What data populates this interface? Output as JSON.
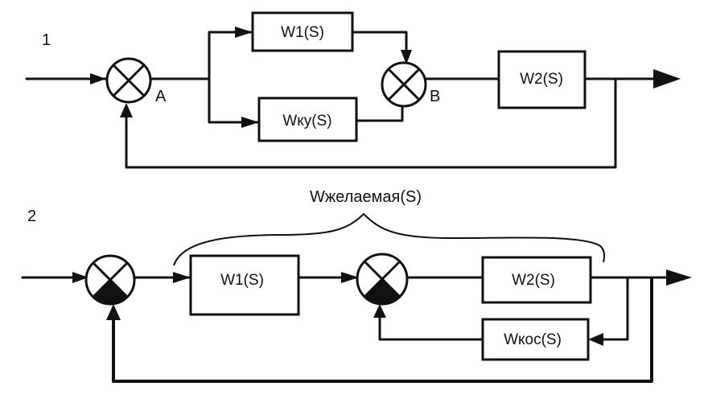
{
  "diagram1": {
    "label": "1",
    "blocks": {
      "w1": "W1(S)",
      "wku": "Wку(S)",
      "w2": "W2(S)"
    },
    "nodes": {
      "a": "A",
      "b": "B"
    }
  },
  "diagram2": {
    "label": "2",
    "brace_label": "Wжелаемая(S)",
    "blocks": {
      "w1": "W1(S)",
      "w2": "W2(S)",
      "wkos": "Wкос(S)"
    }
  }
}
